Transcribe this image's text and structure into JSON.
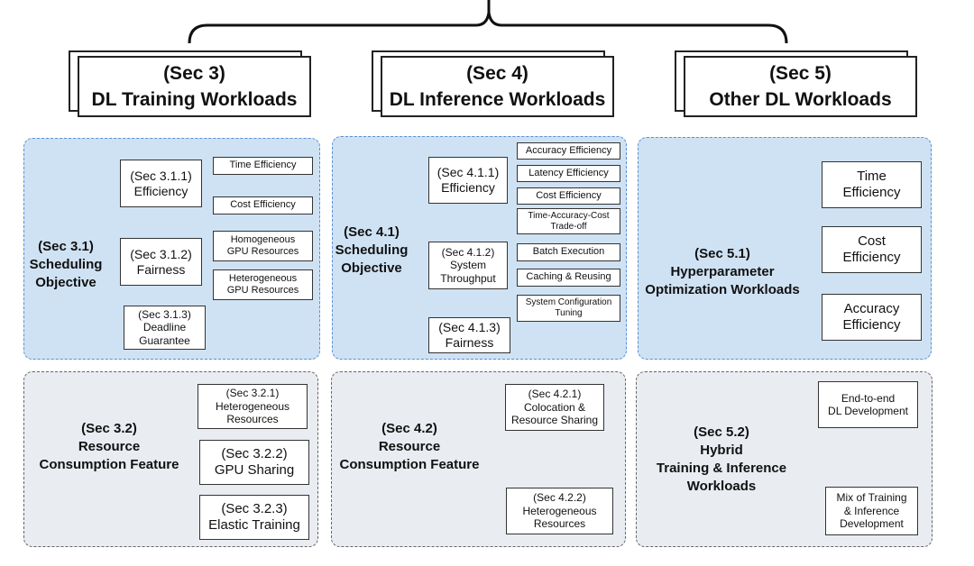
{
  "headers": [
    {
      "sec": "(Sec 3)",
      "title": "DL Training Workloads"
    },
    {
      "sec": "(Sec 4)",
      "title": "DL Inference Workloads"
    },
    {
      "sec": "(Sec 5)",
      "title": "Other DL Workloads"
    }
  ],
  "s3": {
    "sched": {
      "l1": "(Sec 3.1)",
      "l2": "Scheduling",
      "l3": "Objective"
    },
    "eff": {
      "l1": "(Sec 3.1.1)",
      "l2": "Efficiency"
    },
    "time_eff": "Time Efficiency",
    "cost_eff": "Cost Efficiency",
    "fair": {
      "l1": "(Sec 3.1.2)",
      "l2": "Fairness"
    },
    "homog": {
      "l1": "Homogeneous",
      "l2": "GPU Resources"
    },
    "heterog": {
      "l1": "Heterogeneous",
      "l2": "GPU Resources"
    },
    "deadline": {
      "l1": "(Sec 3.1.3)",
      "l2": "Deadline",
      "l3": "Guarantee"
    },
    "res": {
      "l1": "(Sec 3.2)",
      "l2": "Resource",
      "l3": "Consumption Feature"
    },
    "hetres": {
      "l1": "(Sec 3.2.1)",
      "l2": "Heterogeneous",
      "l3": "Resources"
    },
    "gpu": {
      "l1": "(Sec 3.2.2)",
      "l2": "GPU Sharing"
    },
    "elastic": {
      "l1": "(Sec 3.2.3)",
      "l2": "Elastic Training"
    }
  },
  "s4": {
    "sched": {
      "l1": "(Sec 4.1)",
      "l2": "Scheduling",
      "l3": "Objective"
    },
    "eff": {
      "l1": "(Sec 4.1.1)",
      "l2": "Efficiency"
    },
    "acc_eff": "Accuracy Efficiency",
    "lat_eff": "Latency Efficiency",
    "cost_eff": "Cost Efficiency",
    "tac": {
      "l1": "Time-Accuracy-Cost",
      "l2": "Trade-off"
    },
    "thr": {
      "l1": "(Sec 4.1.2)",
      "l2": "System",
      "l3": "Throughput"
    },
    "batch": "Batch Execution",
    "cache": "Caching & Reusing",
    "sysconf": {
      "l1": "System Configuration",
      "l2": "Tuning"
    },
    "fair": {
      "l1": "(Sec 4.1.3)",
      "l2": "Fairness"
    },
    "res": {
      "l1": "(Sec 4.2)",
      "l2": "Resource",
      "l3": "Consumption Feature"
    },
    "coloc": {
      "l1": "(Sec 4.2.1)",
      "l2": "Colocation &",
      "l3": "Resource Sharing"
    },
    "hetres": {
      "l1": "(Sec 4.2.2)",
      "l2": "Heterogeneous",
      "l3": "Resources"
    }
  },
  "s5": {
    "hpo": {
      "l1": "(Sec 5.1)",
      "l2": "Hyperparameter",
      "l3": "Optimization Workloads"
    },
    "time": {
      "l1": "Time",
      "l2": "Efficiency"
    },
    "cost": {
      "l1": "Cost",
      "l2": "Efficiency"
    },
    "acc": {
      "l1": "Accuracy",
      "l2": "Efficiency"
    },
    "hyb": {
      "l1": "(Sec 5.2)",
      "l2": "Hybrid",
      "l3": "Training & Inference",
      "l4": "Workloads"
    },
    "e2e": {
      "l1": "End-to-end",
      "l2": "DL Development"
    },
    "mix": {
      "l1": "Mix of Training",
      "l2": "& Inference",
      "l3": "Development"
    }
  }
}
